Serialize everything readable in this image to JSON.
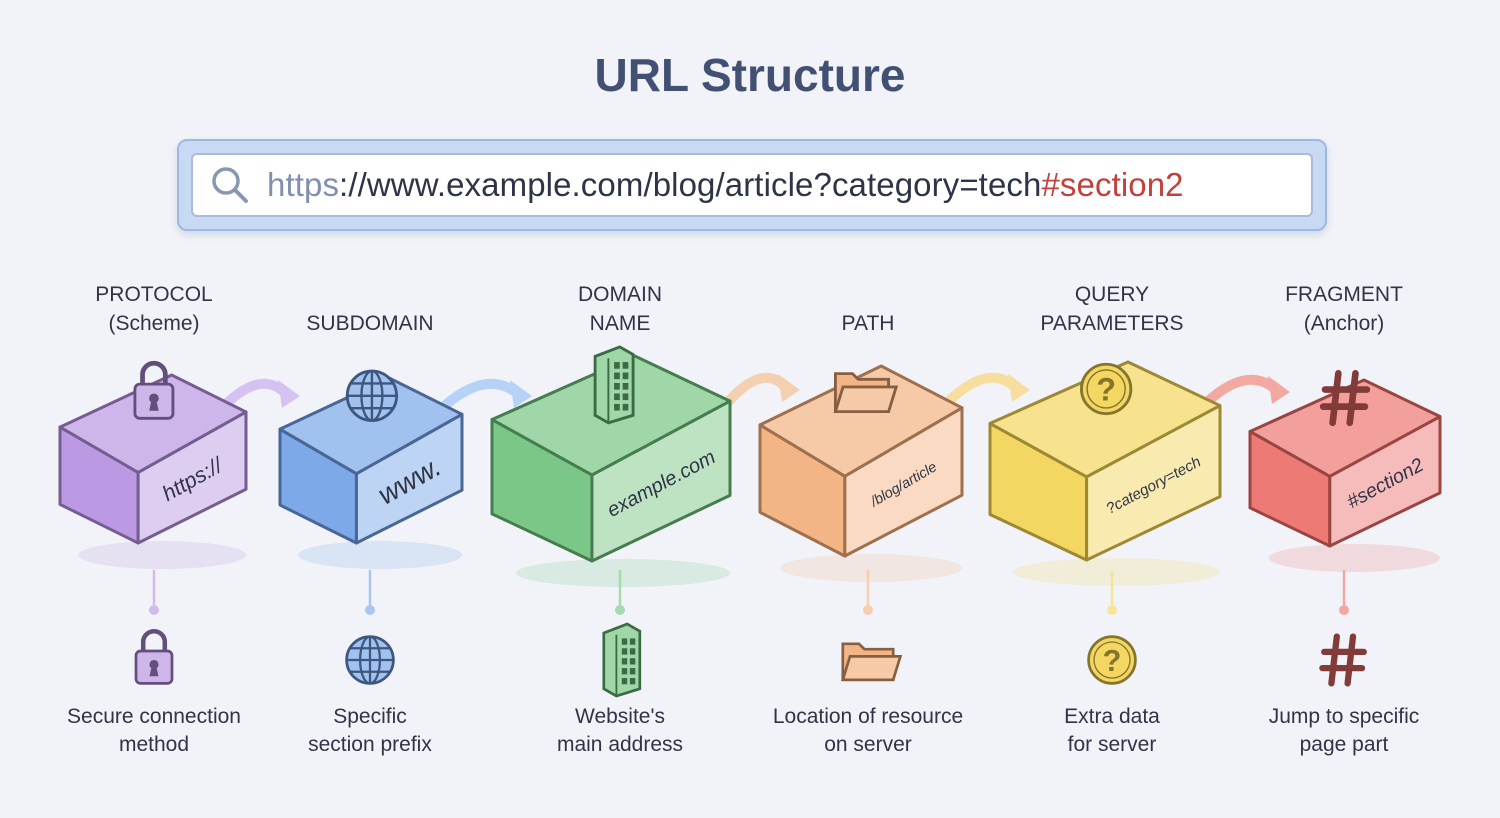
{
  "title": "URL Structure",
  "url_bar": {
    "icon": "search-icon",
    "segments": [
      {
        "text": "https",
        "color": "#7f90ae"
      },
      {
        "text": "://www.example.com/blog/article?category=tech",
        "color": "#2c3446"
      },
      {
        "text": "#section2",
        "color": "#c1413d"
      }
    ]
  },
  "components": [
    {
      "heading": [
        "PROTOCOL",
        "(Scheme)"
      ],
      "box_text": "https://",
      "icon": "lock-icon",
      "description": [
        "Secure connection",
        "method"
      ],
      "color": "#b48fe0"
    },
    {
      "heading": [
        "",
        "SUBDOMAIN"
      ],
      "box_text": "www.",
      "icon": "globe-icon",
      "description": [
        "Specific",
        "section prefix"
      ],
      "color": "#6f9fe6"
    },
    {
      "heading": [
        "DOMAIN",
        "NAME"
      ],
      "box_text": "example.com",
      "icon": "building-icon",
      "description": [
        "Website's",
        "main address"
      ],
      "color": "#6cc17a"
    },
    {
      "heading": [
        "",
        "PATH"
      ],
      "box_text": "/blog/article",
      "icon": "folder-icon",
      "description": [
        "Location of resource",
        "on server"
      ],
      "color": "#f3ad78"
    },
    {
      "heading": [
        "QUERY",
        "PARAMETERS"
      ],
      "box_text": "?category=tech",
      "icon": "question-icon",
      "description": [
        "Extra data",
        "for server"
      ],
      "color": "#f2d350"
    },
    {
      "heading": [
        "FRAGMENT",
        "(Anchor)"
      ],
      "box_text": "#section2",
      "icon": "hash-icon",
      "description": [
        "Jump to specific",
        "page part"
      ],
      "color": "#ec6b67"
    }
  ]
}
